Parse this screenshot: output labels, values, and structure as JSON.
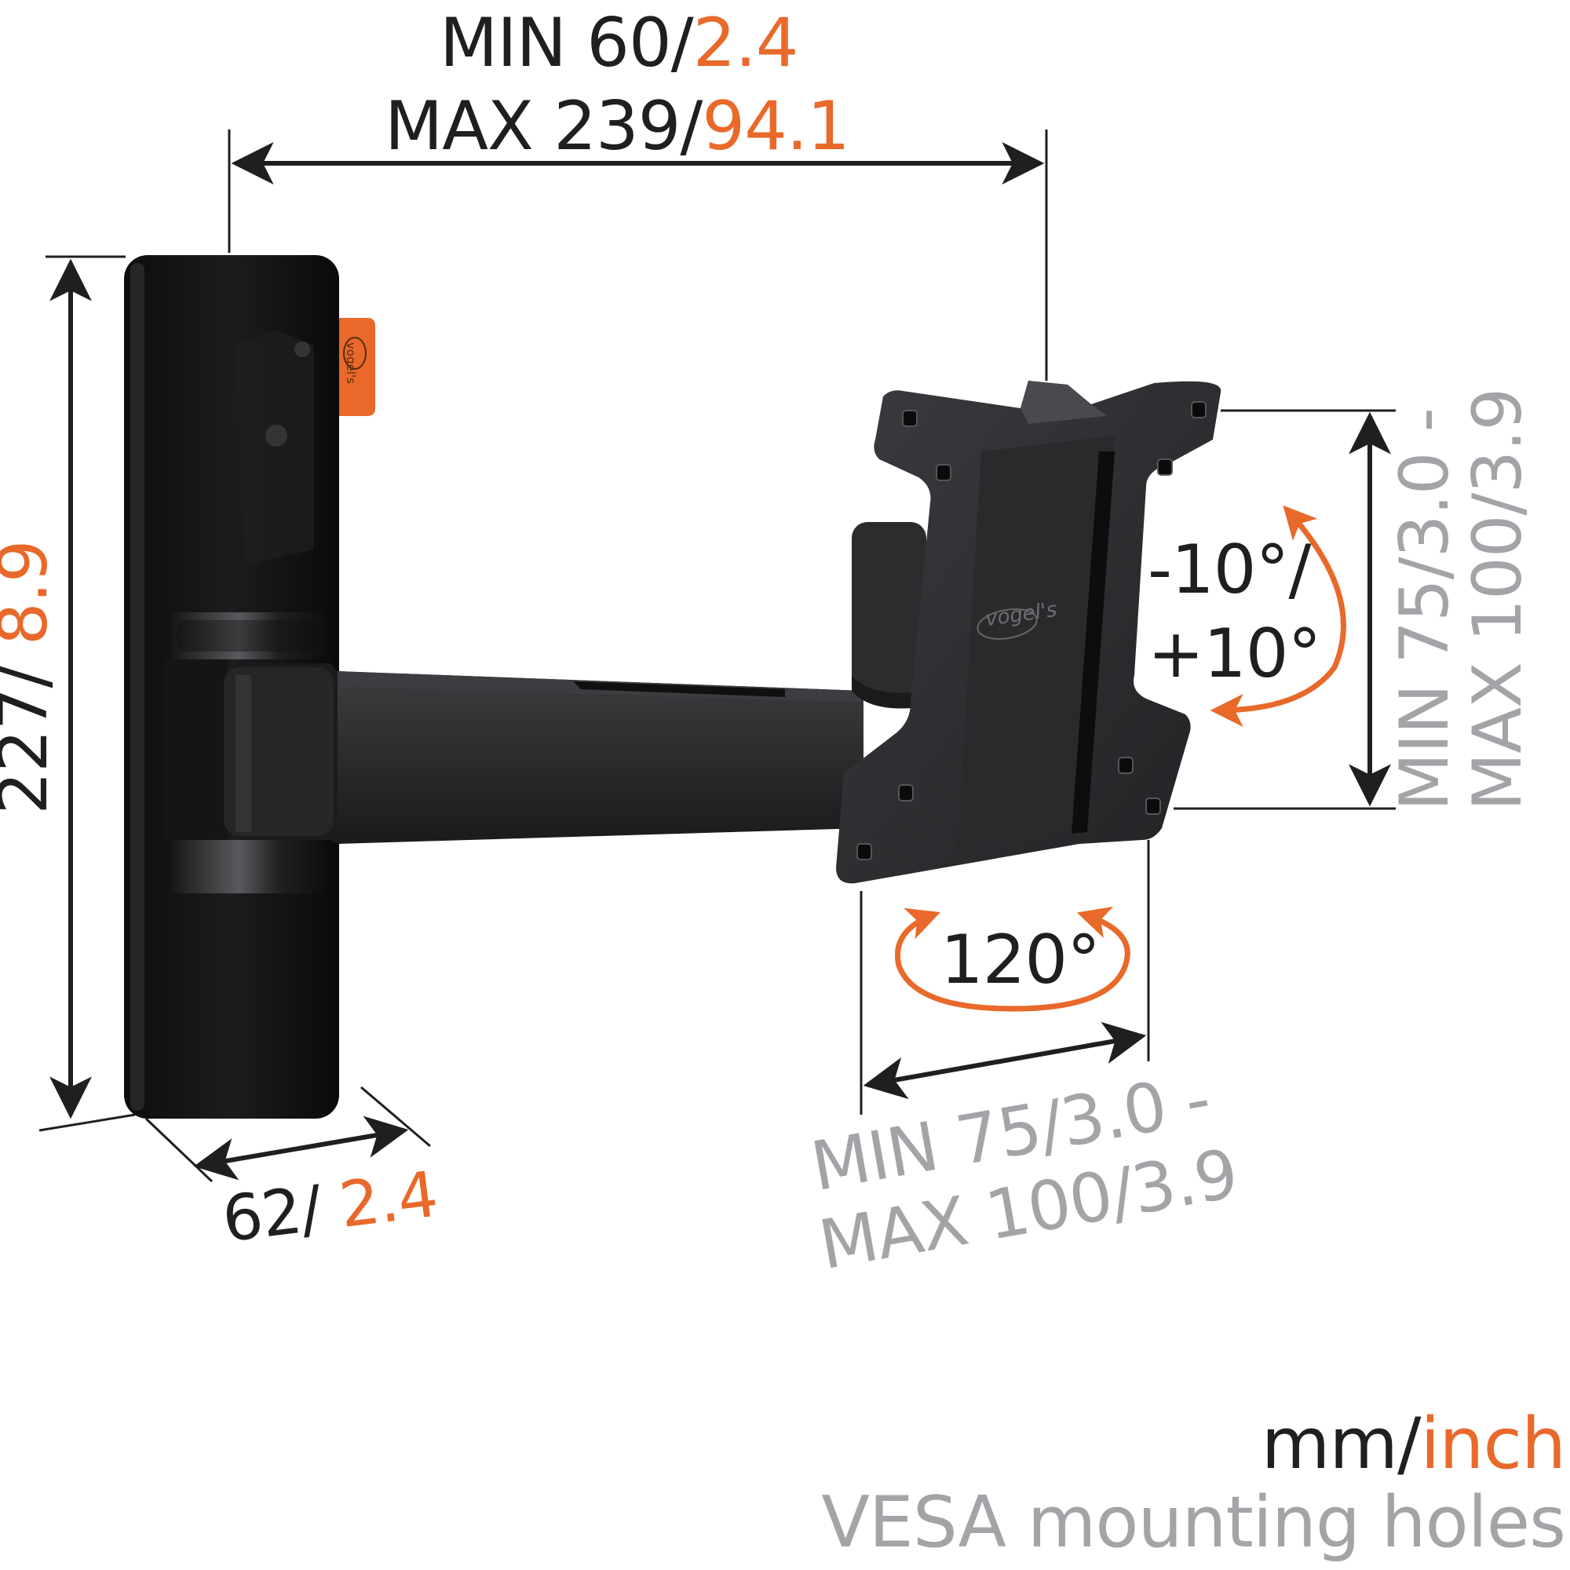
{
  "colors": {
    "dark": "#1f1f1f",
    "orange": "#e8692a",
    "gray": "#a3a4a7",
    "product": "#2b2b2d"
  },
  "dims": {
    "arm_min_mm": "MIN 60/",
    "arm_min_in": "2.4",
    "arm_max_mm": "MAX 239/",
    "arm_max_in": "94.1",
    "height_mm": "227/",
    "height_in": " 8.9",
    "depth_mm": "62/",
    "depth_in": " 2.4",
    "tilt_line1": "-10°/",
    "tilt_line2": "+10°",
    "swivel": "120°",
    "vesa_v_line1": "MIN 75/3.0 -",
    "vesa_v_line2": "MAX 100/3.9",
    "vesa_h_line1": "MIN 75/3.0 -",
    "vesa_h_line2": "MAX 100/3.9"
  },
  "brand": {
    "plate_logo": "vogel's",
    "tag_logo": "vogel's"
  },
  "legend": {
    "unit_mm": "mm/",
    "unit_inch": "inch",
    "vesa_note": "VESA mounting holes"
  }
}
